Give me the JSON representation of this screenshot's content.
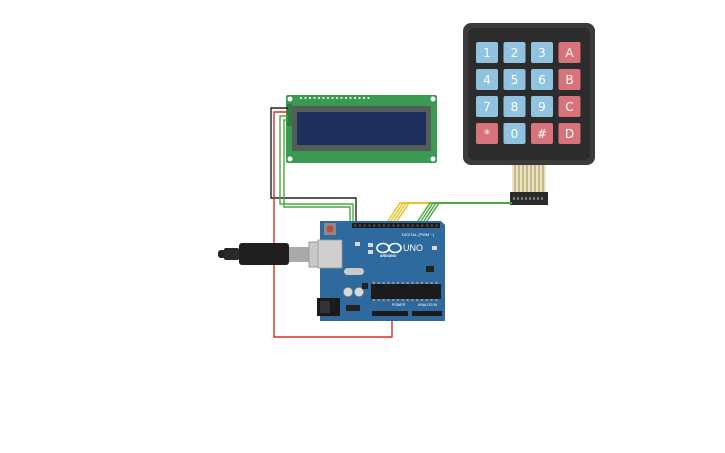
{
  "keypad": {
    "keys": [
      {
        "label": "1",
        "kind": "num"
      },
      {
        "label": "2",
        "kind": "num"
      },
      {
        "label": "3",
        "kind": "num"
      },
      {
        "label": "A",
        "kind": "letter"
      },
      {
        "label": "4",
        "kind": "num"
      },
      {
        "label": "5",
        "kind": "num"
      },
      {
        "label": "6",
        "kind": "num"
      },
      {
        "label": "B",
        "kind": "letter"
      },
      {
        "label": "7",
        "kind": "num"
      },
      {
        "label": "8",
        "kind": "num"
      },
      {
        "label": "9",
        "kind": "num"
      },
      {
        "label": "C",
        "kind": "letter"
      },
      {
        "label": "*",
        "kind": "letter"
      },
      {
        "label": "0",
        "kind": "num"
      },
      {
        "label": "#",
        "kind": "letter"
      },
      {
        "label": "D",
        "kind": "letter"
      }
    ]
  },
  "arduino": {
    "logo": "UNO",
    "brand": "ARDUINO",
    "digital_label": "DIGITAL (PWM ~)",
    "power_label": "POWER",
    "analog_label": "ANALOG IN"
  },
  "colors": {
    "board": "#2f6a9f",
    "pcb_green": "#3a9a52",
    "lcd_screen": "#1e2f5e",
    "keypad_body": "#3b3b3b",
    "key_blue": "#8fc3df",
    "key_red": "#d9737b",
    "wire_yellow": "#e8c21a",
    "wire_green": "#4aa83f",
    "wire_red": "#d0302a",
    "wire_black": "#222222"
  }
}
